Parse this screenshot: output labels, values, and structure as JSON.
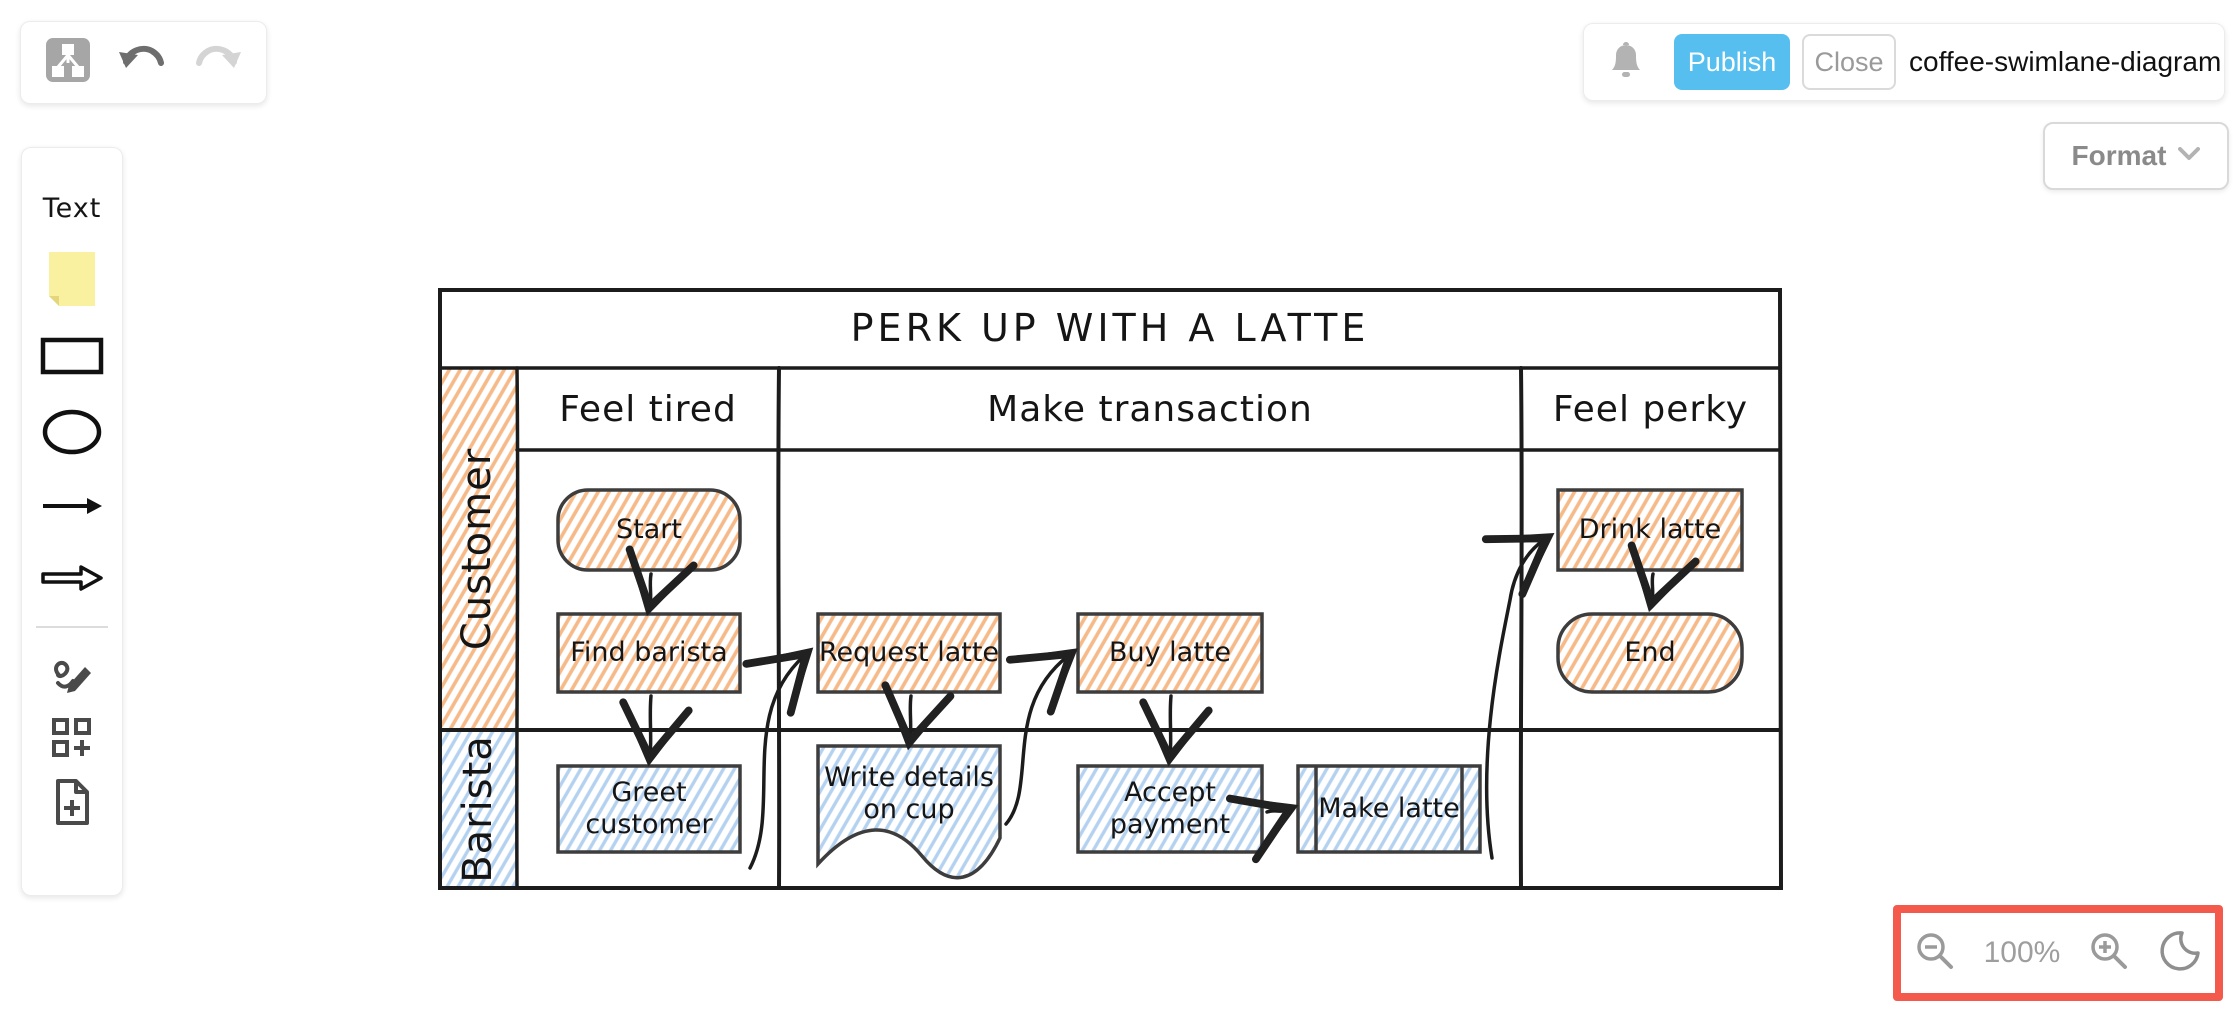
{
  "toolbar": {
    "app_icon": "flowchart-app-icon",
    "undo_icon": "undo-arrow",
    "redo_icon": "redo-arrow"
  },
  "header": {
    "bell_icon": "notification-bell",
    "publish_label": "Publish",
    "close_label": "Close",
    "document_title": "coffee-swimlane-diagram",
    "format_label": "Format",
    "publish_color": "#56bff0"
  },
  "sidebar": {
    "text_tool_label": "Text",
    "tools": [
      "text",
      "sticky-note",
      "rectangle",
      "ellipse",
      "thin-arrow",
      "block-arrow",
      "freehand-pencil",
      "shape-library-add",
      "new-file"
    ]
  },
  "zoombar": {
    "zoom_level": "100%",
    "zoom_out_icon": "magnifier-minus",
    "zoom_in_icon": "magnifier-plus",
    "dark_mode_icon": "moon",
    "highlight_color": "#f45a4b"
  },
  "diagram": {
    "title": "PERK UP WITH A LATTE",
    "columns": [
      "Feel tired",
      "Make transaction",
      "Feel perky"
    ],
    "lanes": [
      "Customer",
      "Barista"
    ],
    "nodes": {
      "start": "Start",
      "find_barista": "Find barista",
      "request_latte": "Request latte",
      "buy_latte": "Buy latte",
      "drink_latte": "Drink latte",
      "end": "End",
      "make_latte": "Make latte",
      "greet_1": "Greet",
      "greet_2": "customer",
      "write_1": "Write details",
      "write_2": "on cup",
      "accept_1": "Accept",
      "accept_2": "payment"
    },
    "colors": {
      "customer_hatch": "#f6b988",
      "barista_hatch": "#b4d2f0",
      "line": "#212121"
    }
  }
}
